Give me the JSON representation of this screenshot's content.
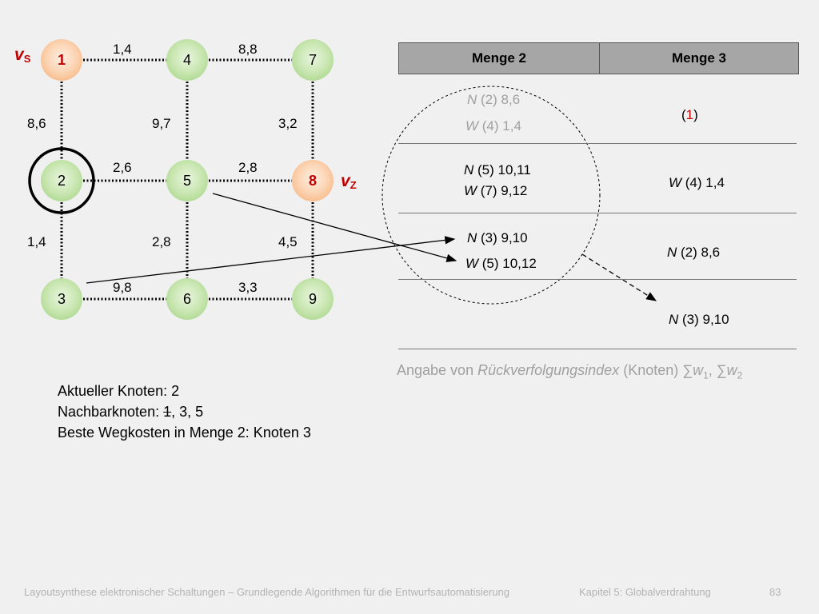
{
  "graph": {
    "nodes": [
      {
        "id": "1",
        "state": "start"
      },
      {
        "id": "4",
        "state": "normal"
      },
      {
        "id": "7",
        "state": "normal"
      },
      {
        "id": "2",
        "state": "current"
      },
      {
        "id": "5",
        "state": "normal"
      },
      {
        "id": "8",
        "state": "target"
      },
      {
        "id": "3",
        "state": "normal"
      },
      {
        "id": "6",
        "state": "normal"
      },
      {
        "id": "9",
        "state": "normal"
      }
    ],
    "edges": [
      {
        "from": "1",
        "to": "4",
        "weight": "1,4"
      },
      {
        "from": "4",
        "to": "7",
        "weight": "8,8"
      },
      {
        "from": "1",
        "to": "2",
        "weight": "8,6"
      },
      {
        "from": "4",
        "to": "5",
        "weight": "9,7"
      },
      {
        "from": "7",
        "to": "8",
        "weight": "3,2"
      },
      {
        "from": "2",
        "to": "5",
        "weight": "2,6"
      },
      {
        "from": "5",
        "to": "8",
        "weight": "2,8"
      },
      {
        "from": "2",
        "to": "3",
        "weight": "1,4"
      },
      {
        "from": "5",
        "to": "6",
        "weight": "2,8"
      },
      {
        "from": "8",
        "to": "9",
        "weight": "4,5"
      },
      {
        "from": "3",
        "to": "6",
        "weight": "9,8"
      },
      {
        "from": "6",
        "to": "9",
        "weight": "3,3"
      }
    ],
    "source_label": {
      "v": "v",
      "sub": "S"
    },
    "target_label": {
      "v": "v",
      "sub": "Z"
    }
  },
  "table": {
    "headers": [
      "Menge 2",
      "Menge 3"
    ],
    "menge2_rows": [
      [
        {
          "letter": "N",
          "rest": " (2) 8,6",
          "faded": true
        },
        {
          "letter": "W",
          "rest": " (4) 1,4",
          "faded": true
        }
      ],
      [
        {
          "letter": "N",
          "rest": " (5) 10,11",
          "faded": false
        },
        {
          "letter": "W",
          "rest": " (7) 9,12",
          "faded": false
        }
      ],
      [
        {
          "letter": "N",
          "rest": " (3) 9,10",
          "faded": false
        },
        {
          "letter": "W",
          "rest": " (5) 10,12",
          "faded": false
        }
      ]
    ],
    "menge3_first": {
      "open": "(",
      "value": "1",
      "close": ")"
    },
    "menge3_rows": [
      {
        "letter": "W",
        "rest": " (4) 1,4"
      },
      {
        "letter": "N",
        "rest": " (2) 8,6"
      },
      {
        "letter": "N",
        "rest": " (3) 9,10"
      }
    ]
  },
  "annotation": {
    "prefix": "Angabe von ",
    "emph": "Rückverfolgungsindex",
    "middle": " (Knoten) ∑",
    "w1": "w",
    "w1_sub": "1",
    "sep": ", ∑",
    "w2": "w",
    "w2_sub": "2"
  },
  "info": {
    "current_label": "Aktueller Knoten: 2",
    "neighbors_prefix": "Nachbarknoten: ",
    "neighbors_struck": "1",
    "neighbors_rest": ", 3, 5",
    "best_label": "Beste Wegkosten in Menge 2: Knoten 3"
  },
  "footer": {
    "title": "Layoutsynthese elektronischer Schaltungen – Grundlegende Algorithmen für die Entwurfsautomatisierung",
    "chapter": "Kapitel 5: Globalverdrahtung",
    "page": "83"
  },
  "colors": {
    "accent_red": "#c00000",
    "node_green": "#9ccf7c",
    "node_orange": "#f5a86c",
    "header_grey": "#a6a6a6",
    "faded_text": "#a0a0a0"
  }
}
